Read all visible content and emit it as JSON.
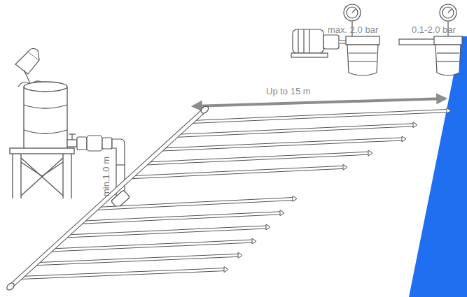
{
  "diagram": {
    "labels": [
      "Up to 15 m",
      "min.1.0 m",
      "max. 2.0 bar",
      "0.1-2.0 bar"
    ]
  }
}
